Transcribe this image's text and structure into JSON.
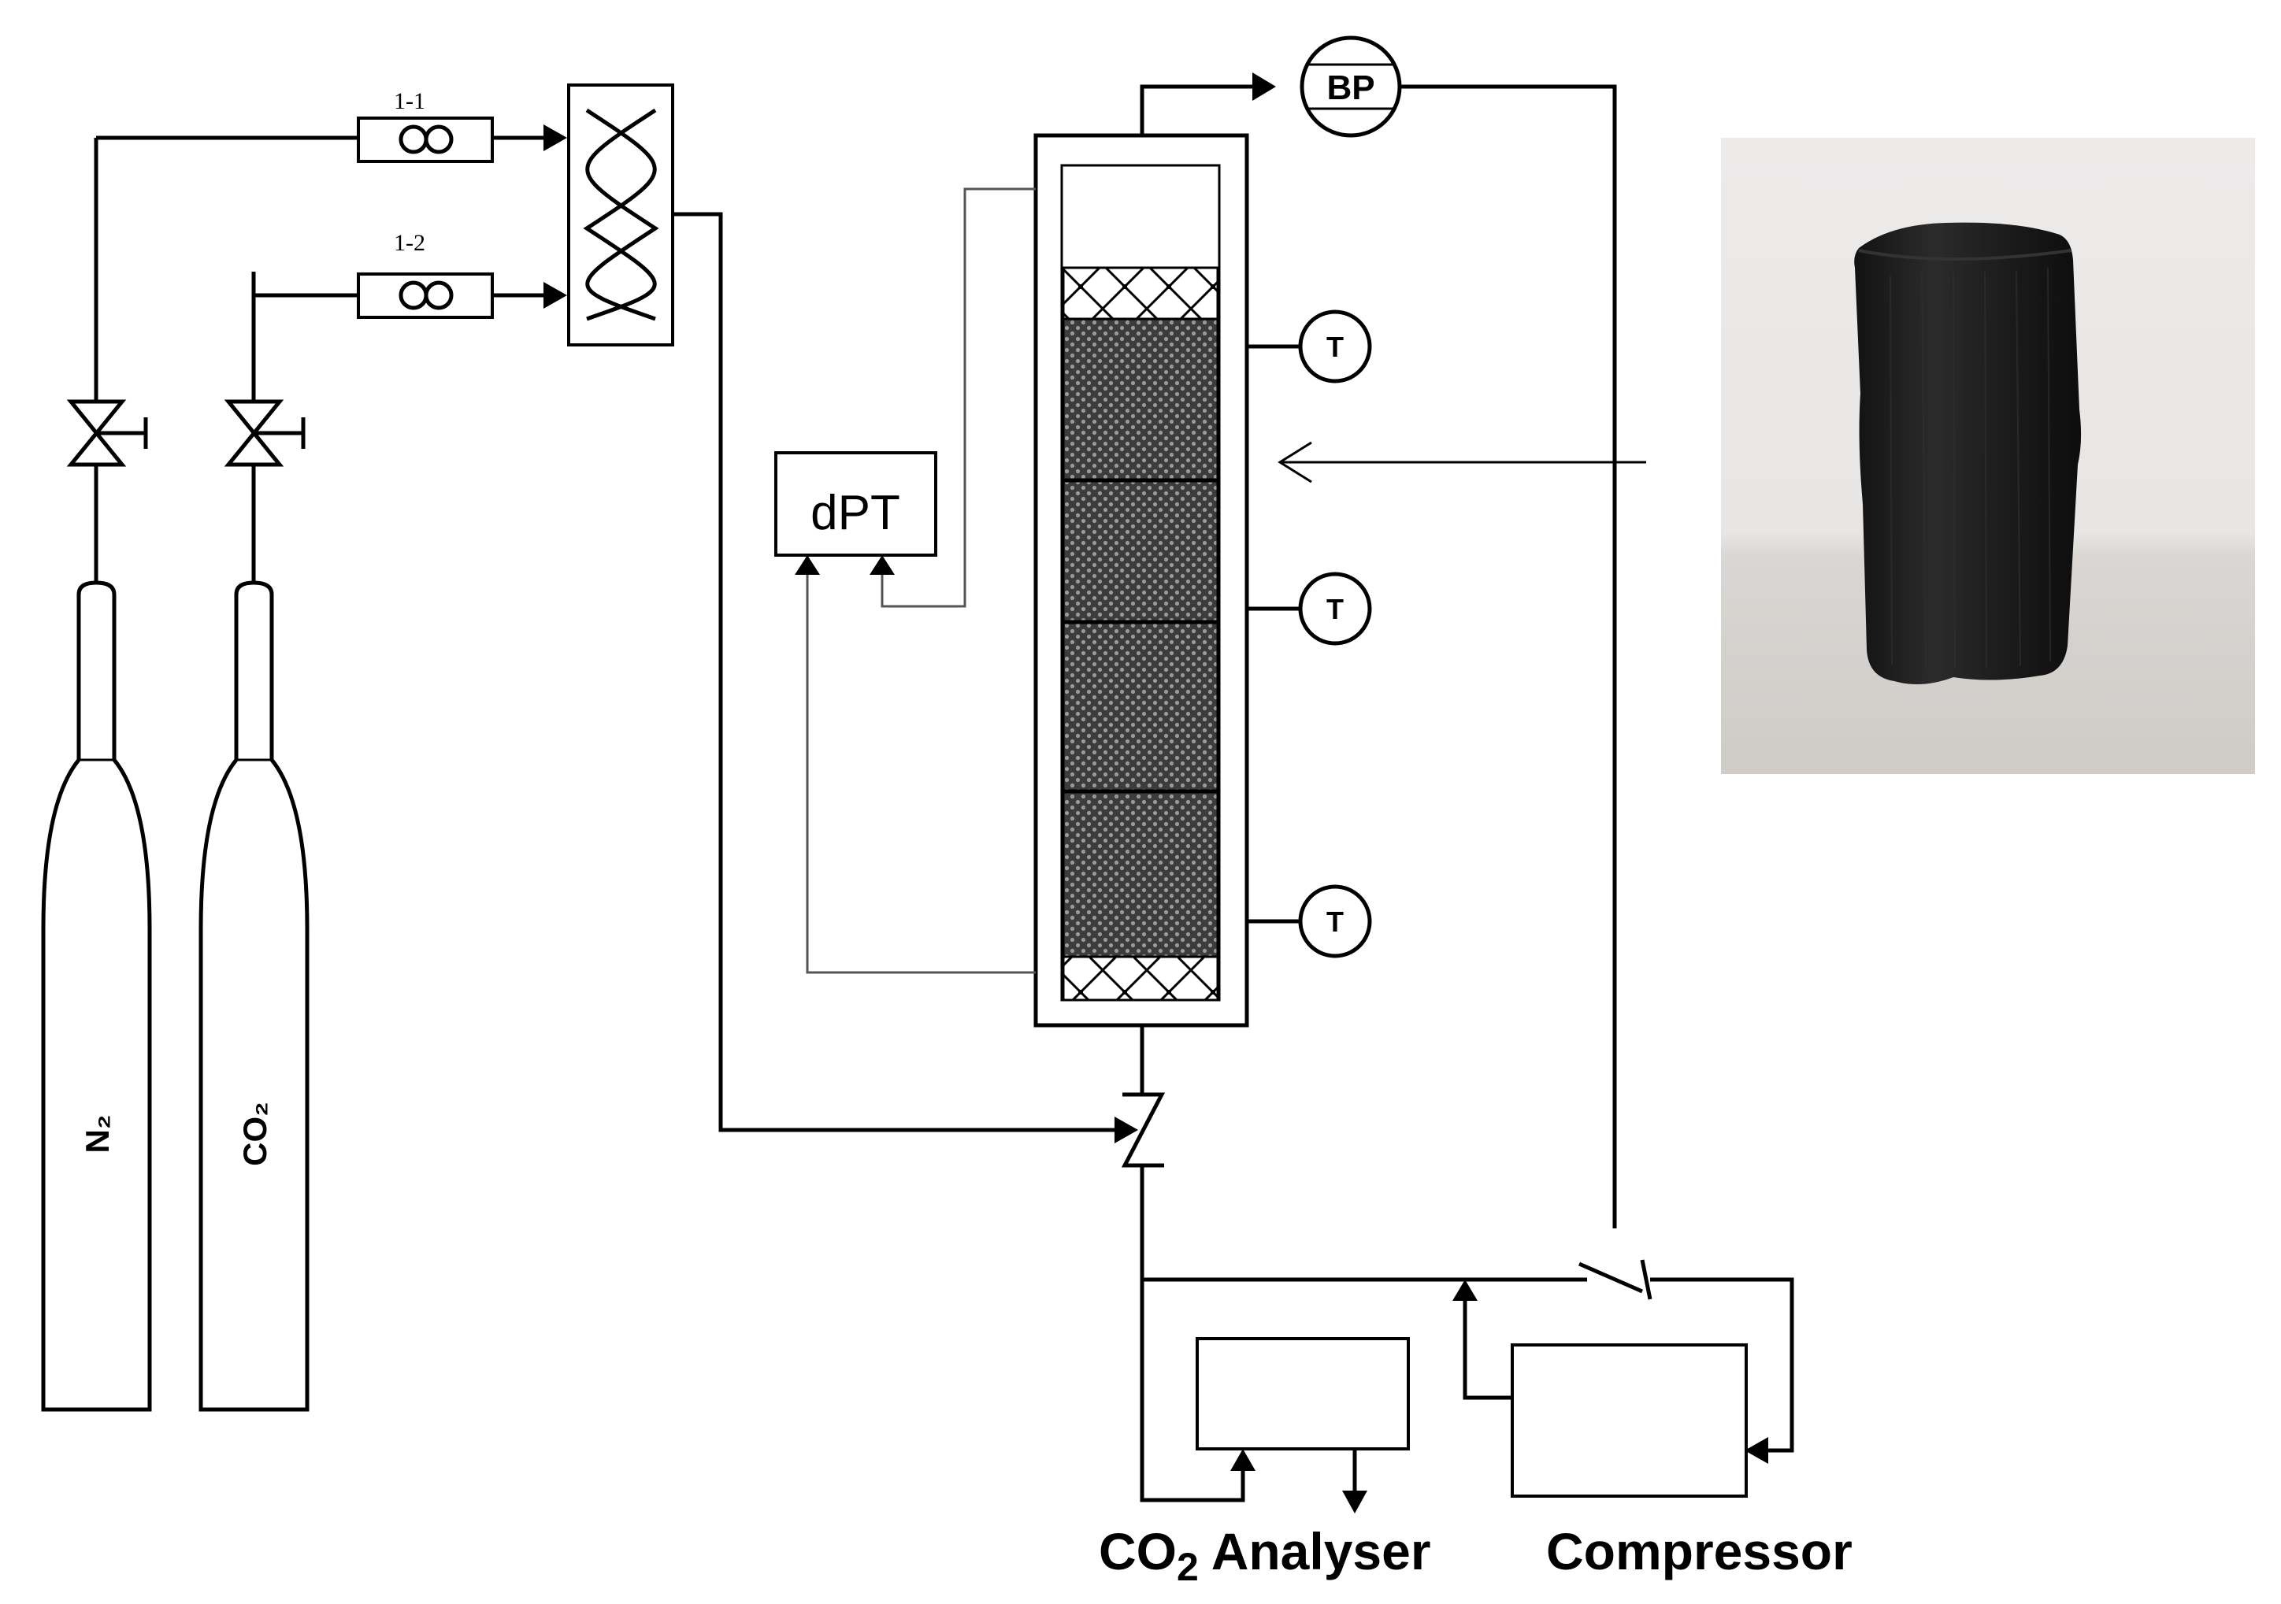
{
  "labels": {
    "mfc1": "1-1",
    "mfc2": "1-2",
    "cylinder_n2": "N₂",
    "cylinder_co2": "CO₂",
    "dpt": "dPT",
    "bp": "BP",
    "temp1": "T",
    "temp2": "T",
    "temp3": "T",
    "analyser_co": "CO",
    "analyser_sub": "2",
    "analyser_rest": " Analyser",
    "compressor": "Compressor"
  },
  "photo": {
    "description_icon": "carbon-monolith-photo",
    "background": "#e9e6e3",
    "object_color": "#1f1f1f"
  },
  "colors": {
    "line": "#000000",
    "pipe_grey": "#555555",
    "packing": "#3a3a3a"
  }
}
